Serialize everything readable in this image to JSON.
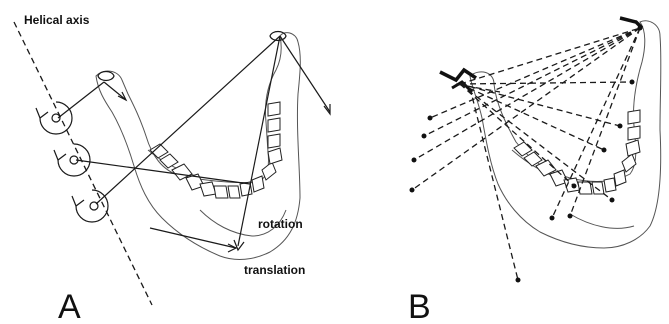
{
  "figure": {
    "panel_a": {
      "letter": "A",
      "helical_axis_label": "Helical axis",
      "rotation_label": "rotation",
      "translation_label": "translation"
    },
    "panel_b": {
      "letter": "B"
    }
  }
}
